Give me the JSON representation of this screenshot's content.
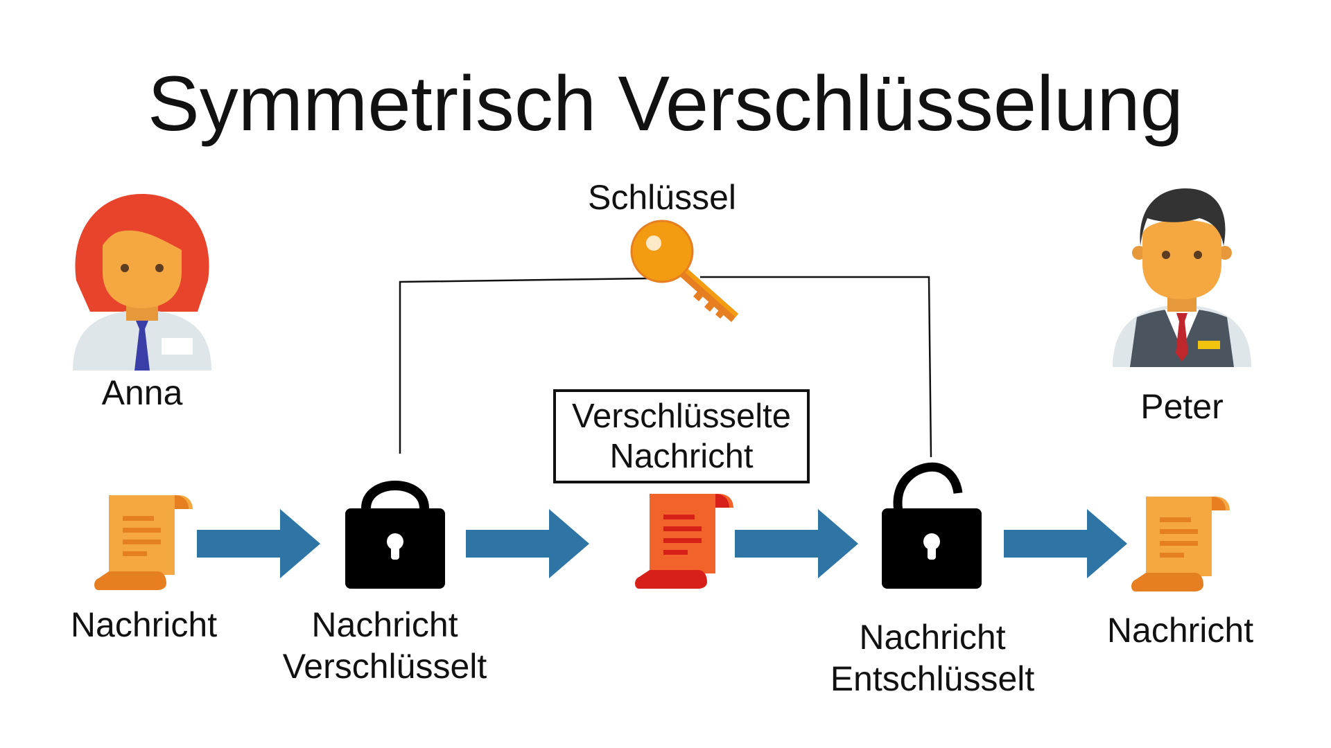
{
  "title": "Symmetrisch Verschlüsselung",
  "key": {
    "label": "Schlüssel",
    "icon": "key-icon",
    "color": "#f39c12"
  },
  "sender": {
    "name": "Anna",
    "icon": "woman-avatar-icon",
    "hair_color": "#e8432b"
  },
  "receiver": {
    "name": "Peter",
    "icon": "man-avatar-icon",
    "vest_color": "#4a5560"
  },
  "steps": [
    {
      "id": "message-plain",
      "lines": [
        "Nachricht"
      ],
      "icon": "scroll-icon",
      "color": "#f5a742"
    },
    {
      "id": "message-encrypted",
      "lines": [
        "Nachricht",
        "Verschlüsselt"
      ],
      "icon": "lock-closed-icon",
      "color": "#000000"
    },
    {
      "id": "cipher-message",
      "lines": [
        "Verschlüsselte",
        "Nachricht"
      ],
      "icon": "scroll-icon",
      "color": "#e8432b"
    },
    {
      "id": "message-decrypted",
      "lines": [
        "Nachricht",
        "Entschlüsselt"
      ],
      "icon": "lock-open-icon",
      "color": "#000000"
    },
    {
      "id": "message-received",
      "lines": [
        "Nachricht"
      ],
      "icon": "scroll-icon",
      "color": "#f5a742"
    }
  ],
  "arrow_color": "#2e75a6"
}
